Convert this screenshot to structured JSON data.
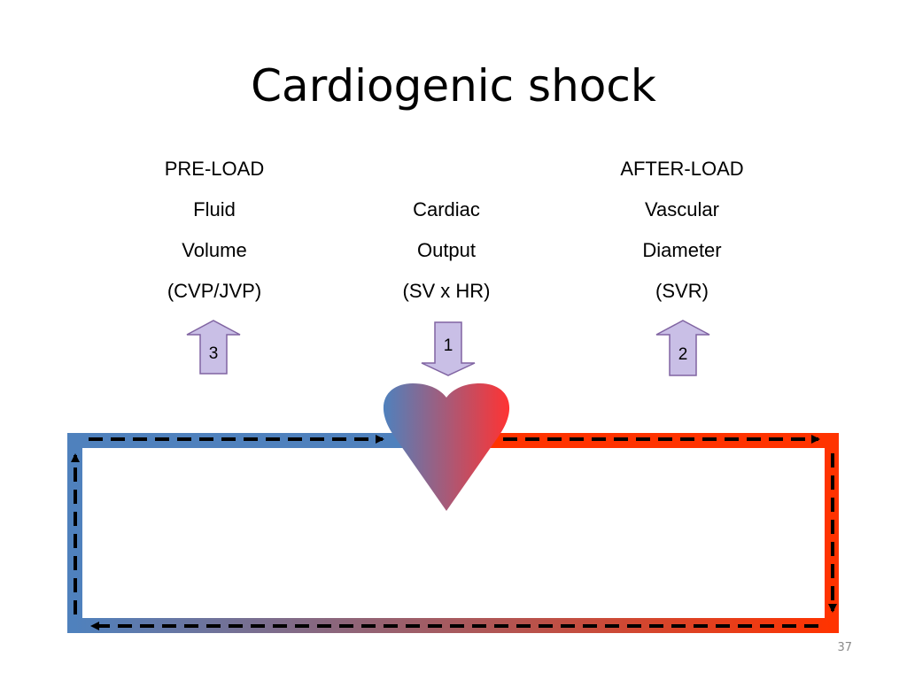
{
  "slide": {
    "title": "Cardiogenic shock",
    "number": "37"
  },
  "columns": {
    "preload": {
      "heading": "PRE-LOAD",
      "lines": [
        "Fluid",
        "Volume",
        "(CVP/JVP)"
      ]
    },
    "cardiac": {
      "lines": [
        "Cardiac",
        "Output",
        "(SV x HR)"
      ]
    },
    "afterload": {
      "heading": "AFTER-LOAD",
      "lines": [
        "Vascular",
        "Diameter",
        "(SVR)"
      ]
    }
  },
  "arrows": {
    "preload": {
      "label": "3",
      "direction": "up"
    },
    "cardiac": {
      "label": "1",
      "direction": "down"
    },
    "afterload": {
      "label": "2",
      "direction": "up"
    }
  },
  "colors": {
    "venous_blue": "#4f81bd",
    "arterial_red": "#ff3300",
    "heart_left": "#4f81bd",
    "heart_right": "#ff3333",
    "arrow_fill": "#c9bfe6",
    "arrow_stroke": "#8064a2",
    "dash": "#000000"
  }
}
